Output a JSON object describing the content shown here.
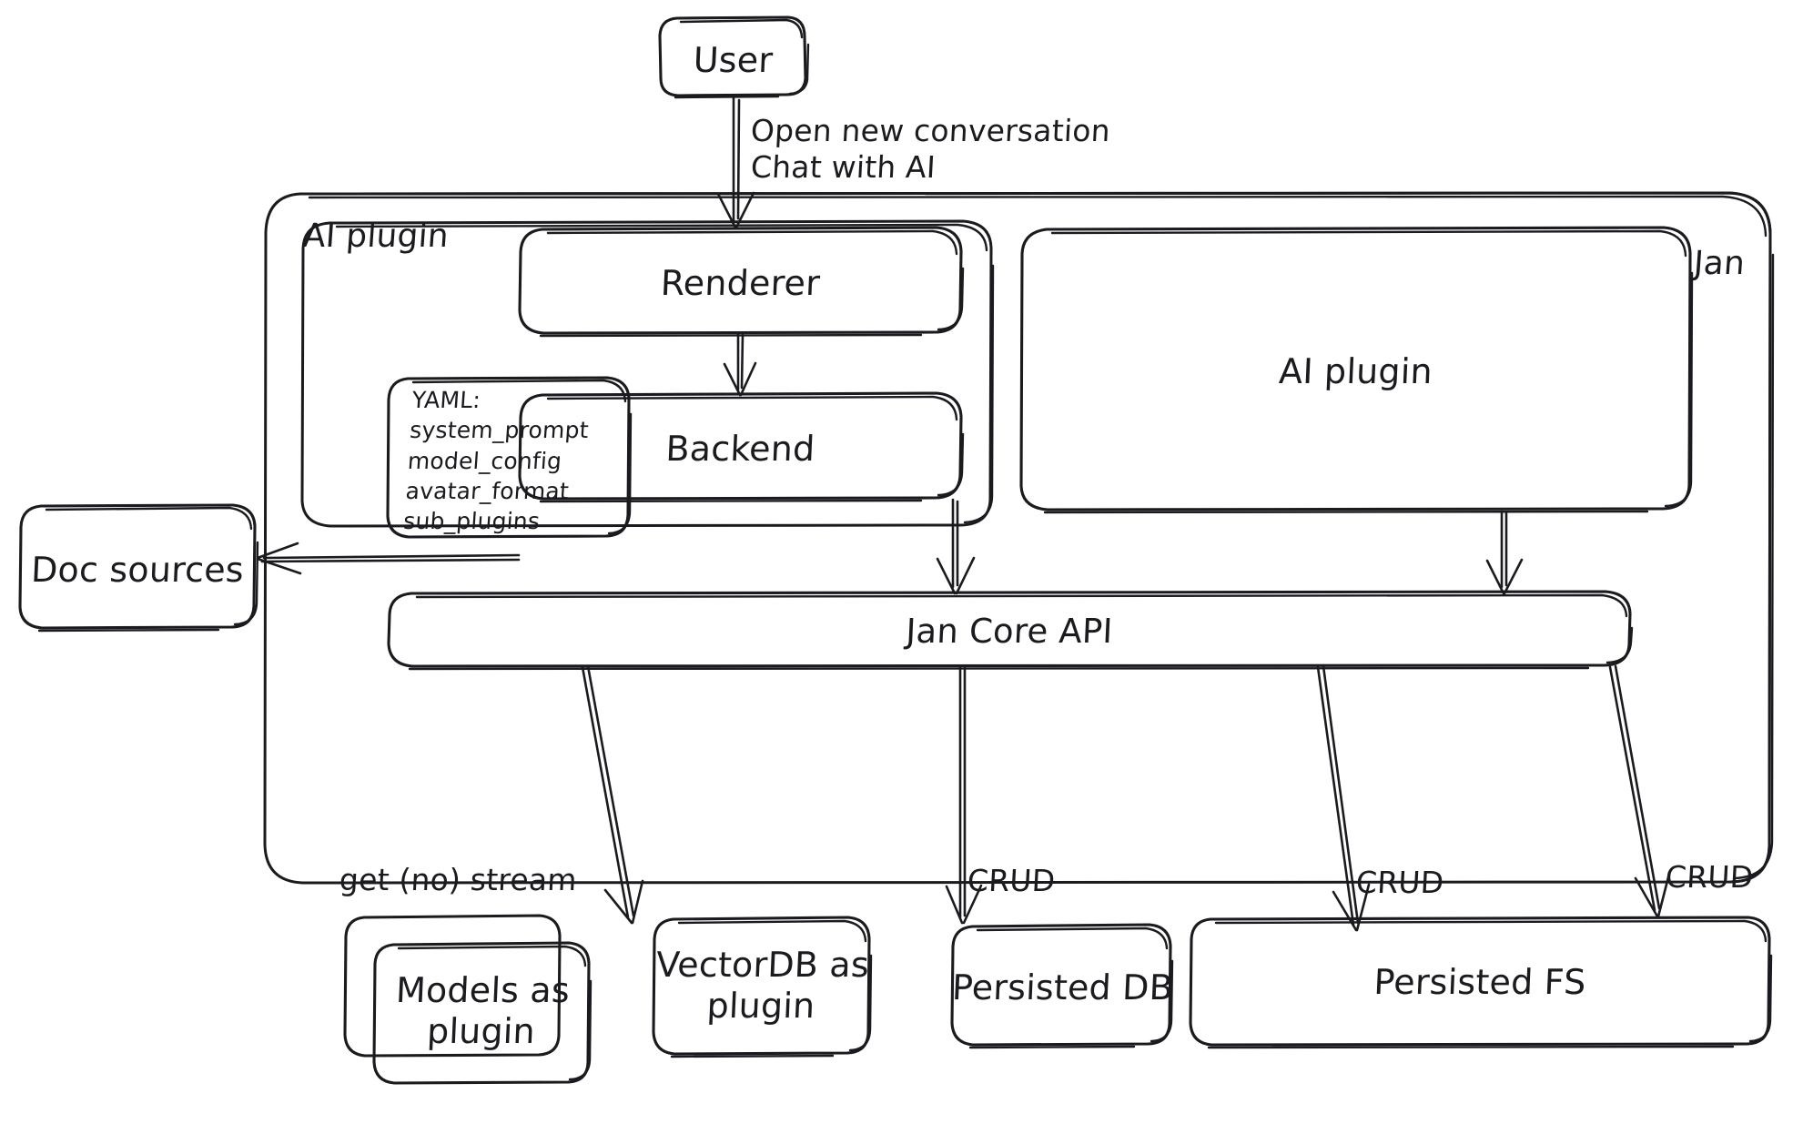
{
  "diagram": {
    "title": "Jan architecture diagram",
    "style": "hand-drawn whiteboard sketch",
    "background_color": "#ffffff",
    "stroke_color": "#1b1b1f"
  },
  "nodes": {
    "user": {
      "label": "User"
    },
    "jan_container": {
      "label": "Jan"
    },
    "ai_plugin_container": {
      "label": "AI plugin"
    },
    "yaml": {
      "heading": "YAML:",
      "lines": [
        "system_prompt",
        "model_config",
        "avatar_format",
        "sub_plugins"
      ],
      "text": "YAML:\nsystem_prompt\nmodel_config\navatar_format\nsub_plugins"
    },
    "renderer": {
      "label": "Renderer"
    },
    "backend": {
      "label": "Backend"
    },
    "ai_plugin_box": {
      "label": "AI plugin"
    },
    "doc_sources": {
      "label": "Doc sources"
    },
    "jan_core_api": {
      "label": "Jan Core API"
    },
    "models_plugin": {
      "label": "Models as\nplugin",
      "line1": "Models as",
      "line2": "plugin"
    },
    "vectordb_plugin": {
      "label": "VectorDB as\nplugin",
      "line1": "VectorDB as",
      "line2": "plugin"
    },
    "persisted_db": {
      "label": "Persisted DB"
    },
    "persisted_fs": {
      "label": "Persisted FS"
    }
  },
  "edges": {
    "user_to_renderer": {
      "label": "Open new conversation\nChat with AI",
      "line1": "Open new conversation",
      "line2": "Chat with AI"
    },
    "renderer_to_backend": {
      "label": ""
    },
    "backend_to_doc_sources": {
      "label": ""
    },
    "backend_to_core_api": {
      "label": ""
    },
    "ai_plugin_to_core_api": {
      "label": ""
    },
    "core_api_to_models": {
      "label": "get (no) stream"
    },
    "core_api_to_vectordb": {
      "label": "CRUD"
    },
    "core_api_to_persisted_db": {
      "label": "CRUD"
    },
    "core_api_to_persisted_fs": {
      "label": "CRUD"
    }
  }
}
